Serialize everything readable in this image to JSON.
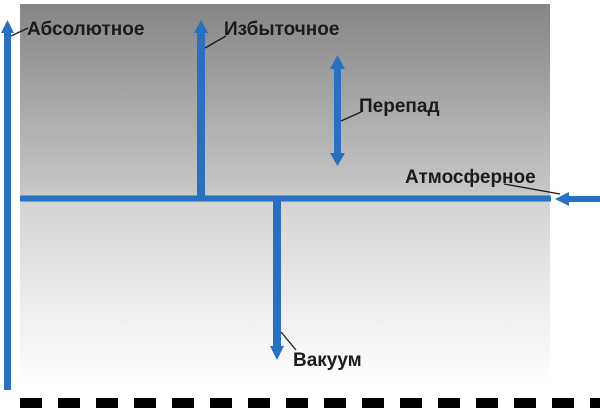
{
  "diagram": {
    "labels": {
      "absolute": "Абсолютное",
      "gauge": "Избыточное",
      "differential": "Перепад",
      "atmospheric": "Атмосферное",
      "vacuum": "Вакуум"
    },
    "colors": {
      "arrow": "#2770c2",
      "upper_fill_top": "#858585",
      "upper_fill_bottom": "#c9c9c9",
      "lower_fill_top": "#d6d6d6",
      "lower_fill_bottom": "#ffffff",
      "baseline_dash": "#000000",
      "text": "#1b1b1b"
    }
  }
}
